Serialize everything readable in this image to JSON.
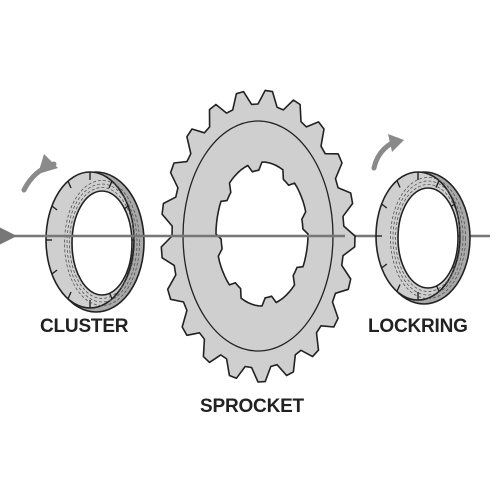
{
  "labels": {
    "cluster": "CLUSTER",
    "sprocket": "SPROCKET",
    "lockring": "LOCKRING"
  },
  "colors": {
    "part_fill": "#cfcfcf",
    "part_shadow": "#a9a9a9",
    "outline": "#222222",
    "axis_arrow": "#777777",
    "rotation_arrow": "#8a8a8a",
    "background": "#ffffff"
  },
  "sprocket": {
    "teeth": 21
  },
  "icons": {
    "assembly_arrow": "arrow-left-icon",
    "cluster_rotation": "curved-arrow-icon",
    "lockring_rotation": "curved-arrow-icon"
  }
}
